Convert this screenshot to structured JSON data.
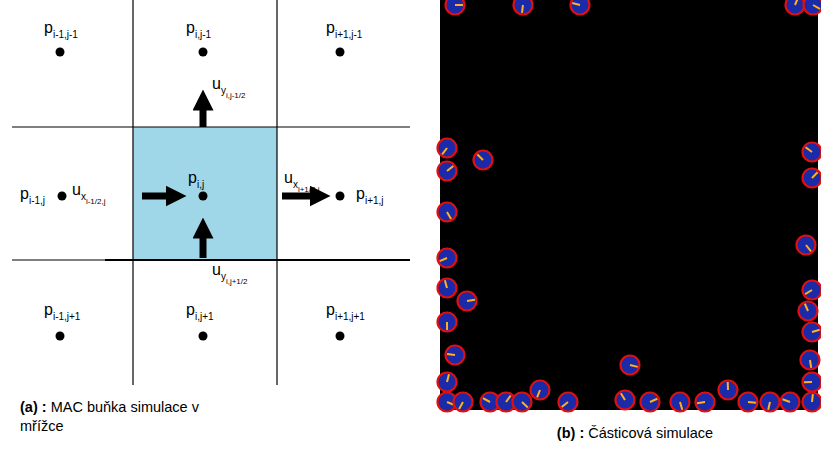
{
  "diagram": {
    "labels": [
      "p",
      "i-1,j-1",
      "p",
      "i,j-1",
      "p",
      "i+1,j-1",
      "u",
      "y",
      "i,j-1/2",
      "p",
      "i-1,j",
      "u",
      "x",
      "i-1/2,j",
      "p",
      "i,j",
      "u",
      "x",
      "i+1/2,j",
      "p",
      "i+1,j",
      "u",
      "y",
      "i,j+1/2",
      "p",
      "i-1,j+1",
      "p",
      "i,j+1",
      "p",
      "i+1,j+1",
      "(a)",
      ":",
      "MAC buňka simulace v mřížce",
      "(b)",
      ":",
      "Částicová simulace"
    ]
  }
}
